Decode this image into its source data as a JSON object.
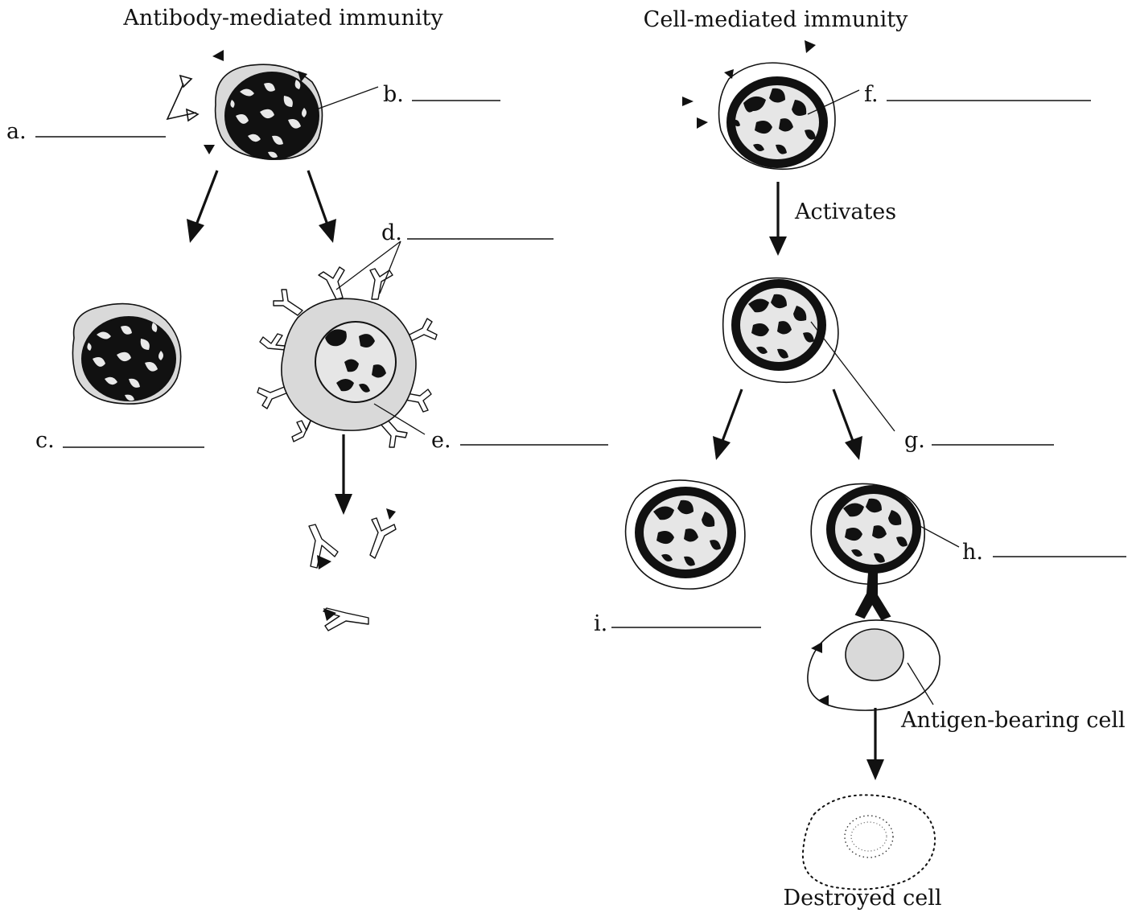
{
  "diagram": {
    "titles": {
      "antibody_mediated": "Antibody-mediated immunity",
      "cell_mediated": "Cell-mediated immunity"
    },
    "labels": {
      "a": "a.",
      "b": "b.",
      "c": "c.",
      "d": "d.",
      "e": "e.",
      "f": "f.",
      "g": "g.",
      "h": "h.",
      "i": "i."
    },
    "annotations": {
      "activates": "Activates",
      "antigen_bearing_cell": "Antigen-bearing cell",
      "destroyed_cell": "Destroyed cell"
    }
  }
}
